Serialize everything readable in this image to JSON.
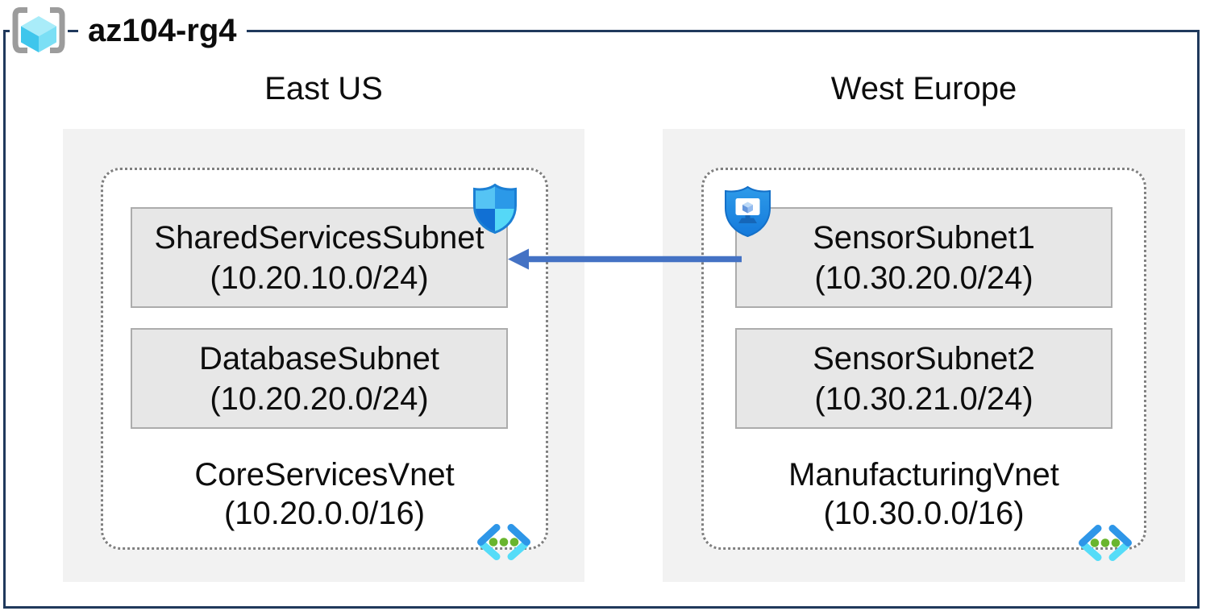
{
  "resource_group": {
    "name": "az104-rg4"
  },
  "regions": [
    {
      "name": "East US",
      "vnet": {
        "name": "CoreServicesVnet",
        "cidr": "(10.20.0.0/16)",
        "subnets": [
          {
            "name": "SharedServicesSubnet",
            "cidr": "(10.20.10.0/24)"
          },
          {
            "name": "DatabaseSubnet",
            "cidr": "(10.20.20.0/24)"
          }
        ]
      }
    },
    {
      "name": "West Europe",
      "vnet": {
        "name": "ManufacturingVnet",
        "cidr": "(10.30.0.0/16)",
        "subnets": [
          {
            "name": "SensorSubnet1",
            "cidr": "(10.30.20.0/24)"
          },
          {
            "name": "SensorSubnet2",
            "cidr": "(10.30.21.0/24)"
          }
        ]
      }
    }
  ],
  "connection": {
    "from_subnet": "SensorSubnet1",
    "to_subnet": "SharedServicesSubnet",
    "direction": "right-to-left",
    "style": "solid-arrow"
  },
  "icons": {
    "resource_group": "resource-group-brackets-cube",
    "east_subnet_badge": "network-security-group-shield",
    "west_subnet_badge": "bastion-shield-monitor",
    "vnet_corner": "virtual-network-angle-brackets"
  },
  "colors": {
    "frame_border": "#20395C",
    "region_fill": "#F2F2F2",
    "vnet_border": "#7F7F7F",
    "subnet_fill": "#E7E7E7",
    "subnet_border": "#ACACAC",
    "arrow": "#4472C4",
    "shield_blue": "#1E8AE3",
    "vnet_icon_blue": "#2E96E8",
    "vnet_icon_cyan": "#55DCF8",
    "vnet_icon_green": "#69B52E"
  }
}
